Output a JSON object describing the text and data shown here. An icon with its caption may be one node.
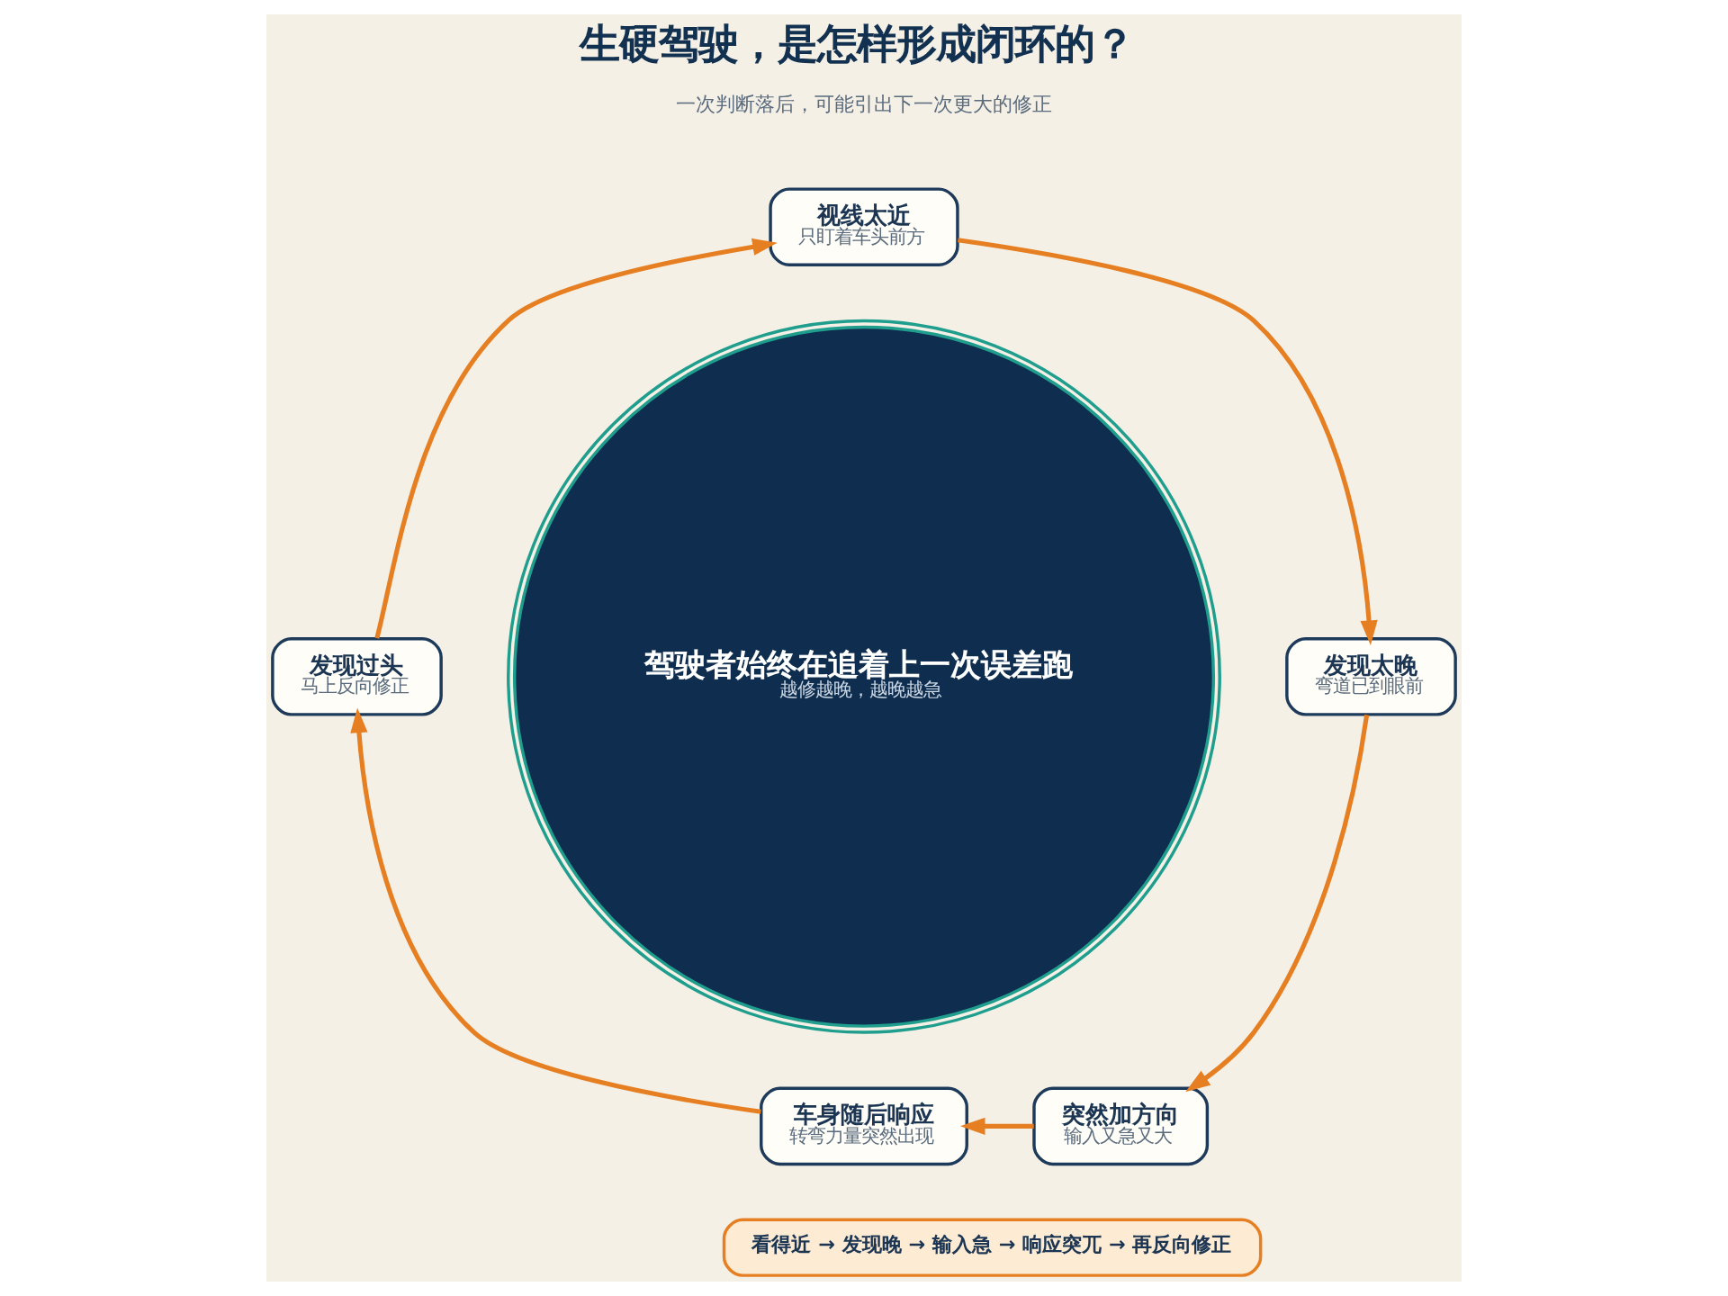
{
  "diagram": {
    "title": "生硬驾驶，是怎样形成闭环的？",
    "nodes": [
      {
        "text": [
          "视线太近",
          "只盯着车头前方"
        ]
      },
      {
        "text": [
          "发现太晚",
          "弯道已到眼前"
        ]
      },
      {
        "text": [
          "突然加方向",
          "输入又急又大"
        ]
      },
      {
        "text": [
          "车身随后响应",
          "转弯力量突然出现"
        ]
      },
      {
        "text": [
          "发现过头",
          "马上反向修正"
        ]
      },
      {
        "text": [
          "驾驶者始终在追着上一次误差跑",
          "越修越晚，越晚越急"
        ]
      },
      {
        "text": [
          "看得近 → 发现晚 → 输入急 → 响应突兀 → 再反向修正"
        ]
      }
    ],
    "edges": [
      {
        "from": 0,
        "to": 1,
        "arrow": "to"
      },
      {
        "from": 1,
        "to": 2,
        "arrow": "to"
      },
      {
        "from": 2,
        "to": 3,
        "arrow": "to"
      },
      {
        "from": 3,
        "to": 4,
        "arrow": "to"
      },
      {
        "from": 4,
        "to": 0,
        "arrow": "to"
      }
    ],
    "labels": [
      "一次判断落后，可能引出下一次更大的修正"
    ]
  }
}
